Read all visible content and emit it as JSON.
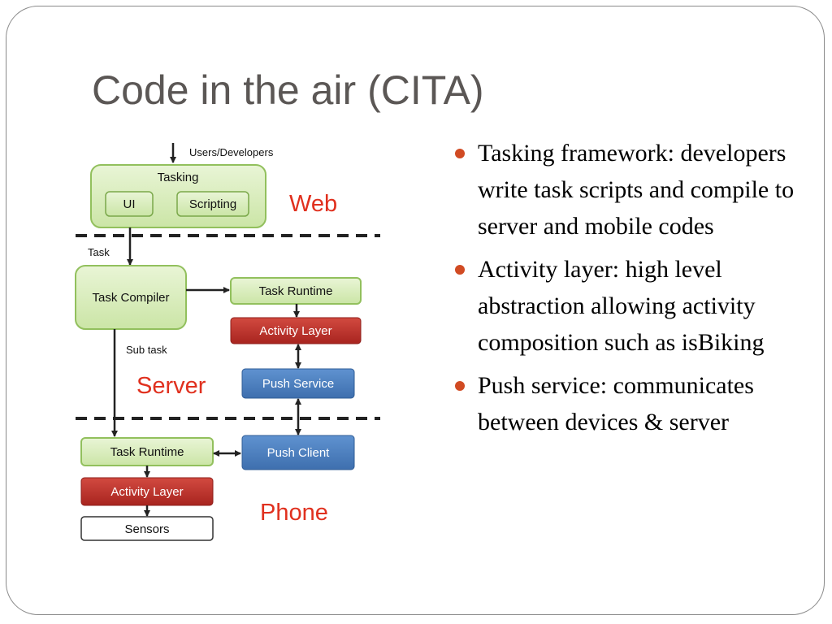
{
  "slide": {
    "title": "Code in the air (CITA)"
  },
  "diagram": {
    "zones": {
      "web": "Web",
      "server": "Server",
      "phone": "Phone"
    },
    "top_arrow_label": "Users/Developers",
    "tasking": {
      "title": "Tasking",
      "ui": "UI",
      "scripting": "Scripting"
    },
    "task_edge_label": "Task",
    "task_compiler": "Task Compiler",
    "server_task_runtime": "Task Runtime",
    "server_activity_layer": "Activity Layer",
    "sub_task_label": "Sub task",
    "push_service": "Push Service",
    "phone_task_runtime": "Task Runtime",
    "push_client": "Push Client",
    "phone_activity_layer": "Activity Layer",
    "sensors": "Sensors",
    "colors": {
      "green_fill": "#d6ebb5",
      "green_border": "#92c05d",
      "red_fill": "#c0312b",
      "blue_fill": "#4d7ebf",
      "zone_text": "#e0301e"
    }
  },
  "bullets": [
    {
      "text": "Tasking framework: developers write task scripts and compile to server and mobile codes"
    },
    {
      "text": "Activity layer: high level abstraction allowing activity composition such as isBiking"
    },
    {
      "text": "Push service: communicates between devices & server"
    }
  ],
  "colors": {
    "title": "#5b5755",
    "bullet": "#d14b23"
  }
}
